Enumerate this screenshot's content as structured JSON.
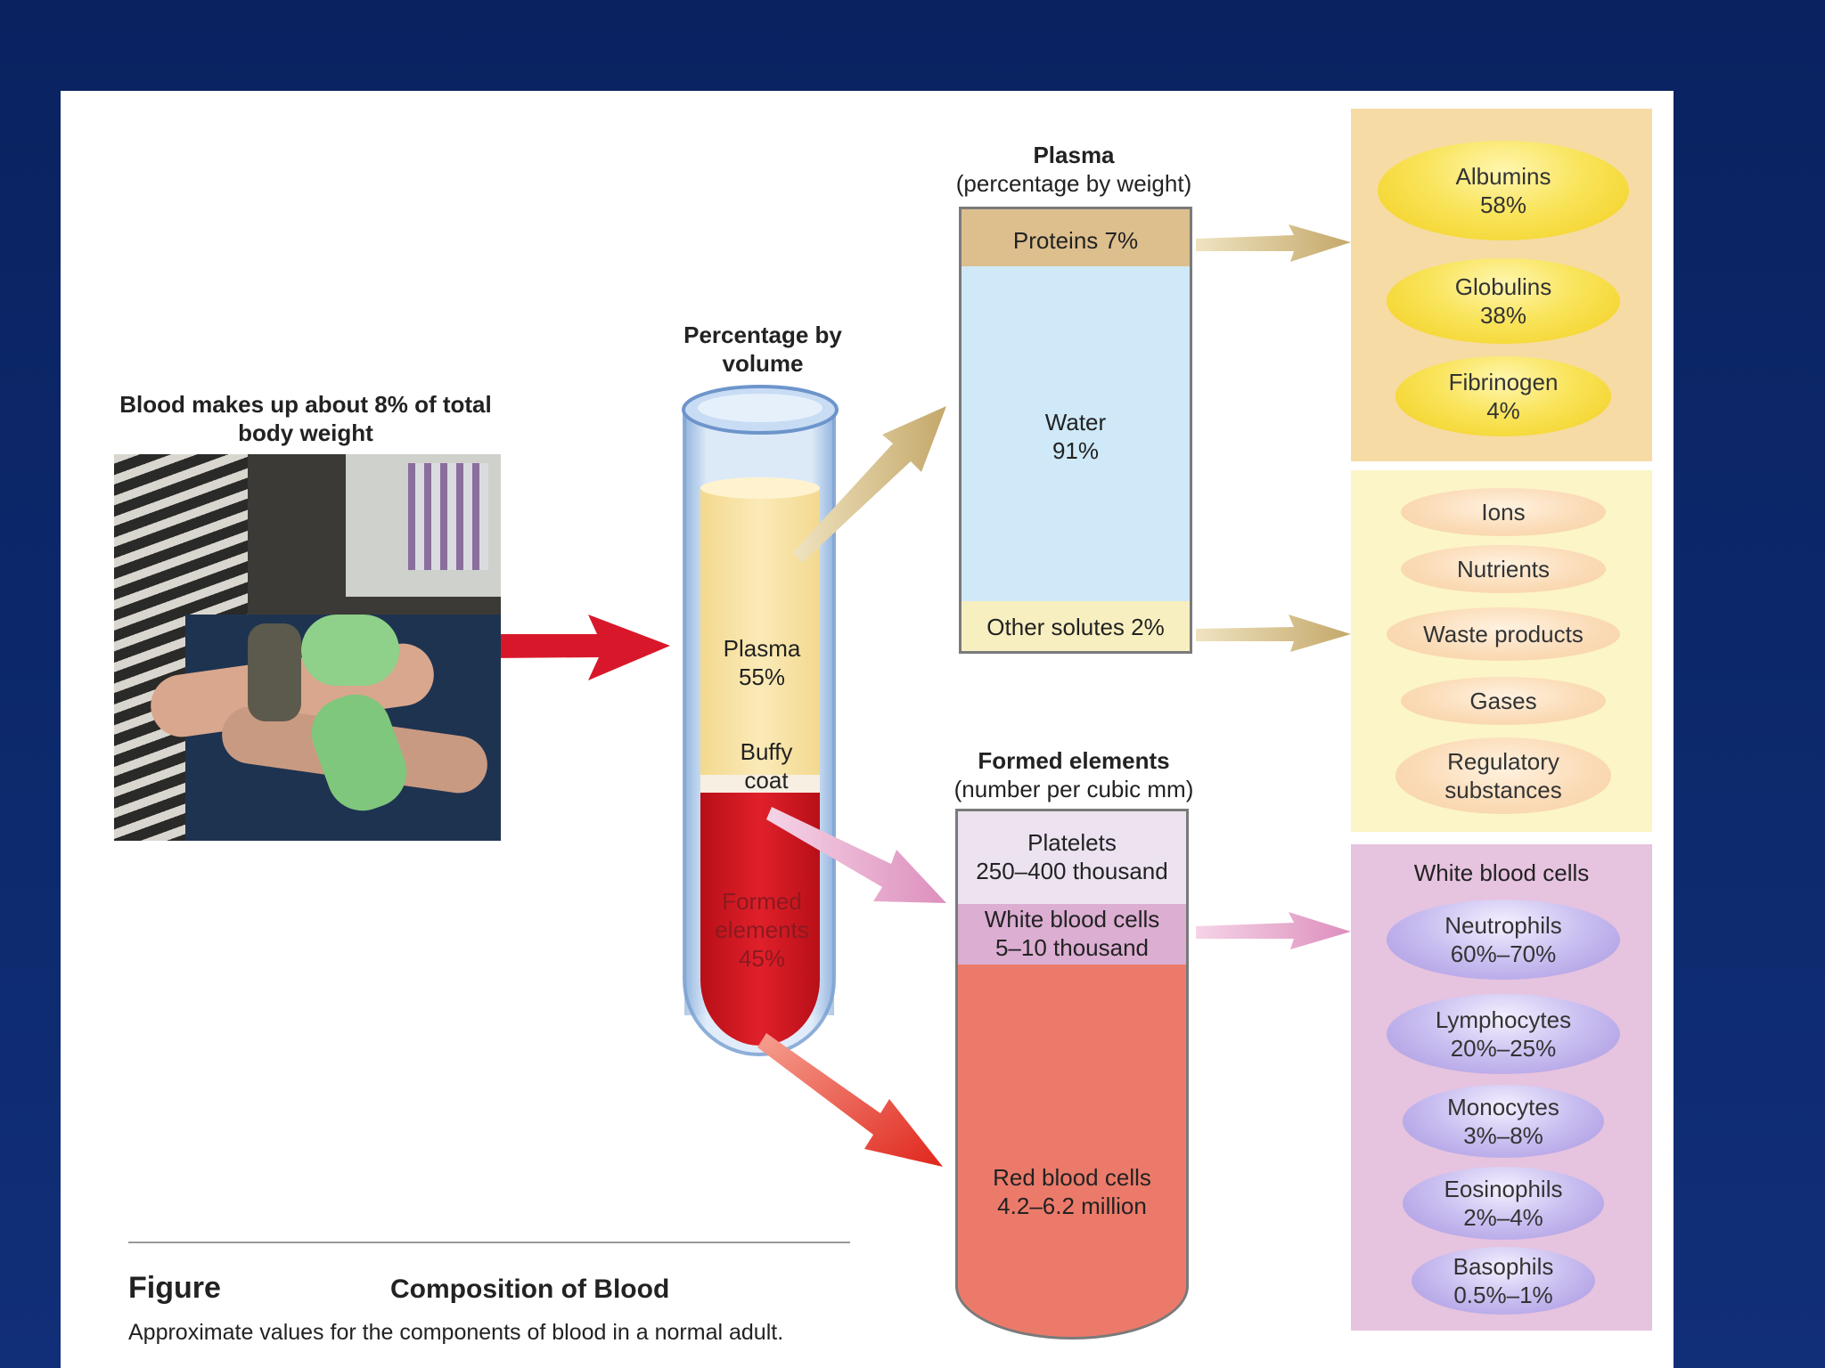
{
  "photo": {
    "caption": "Blood makes up about 8% of total body weight"
  },
  "tube": {
    "heading": "Percentage by volume",
    "plasma_label": "Plasma",
    "plasma_pct": "55%",
    "buffy_label": "Buffy coat",
    "formed_label": "Formed elements",
    "formed_pct": "45%"
  },
  "plasma": {
    "title": "Plasma",
    "subtitle": "(percentage by weight)",
    "proteins": "Proteins 7%",
    "water_label": "Water",
    "water_pct": "91%",
    "other": "Other solutes 2%"
  },
  "formed": {
    "title": "Formed elements",
    "subtitle": "(number per cubic mm)",
    "platelets_label": "Platelets",
    "platelets_value": "250–400 thousand",
    "wbc_label": "White blood cells",
    "wbc_value": "5–10 thousand",
    "rbc_label": "Red blood cells",
    "rbc_value": "4.2–6.2 million"
  },
  "proteins_list": [
    {
      "name": "Albumins",
      "pct": "58%"
    },
    {
      "name": "Globulins",
      "pct": "38%"
    },
    {
      "name": "Fibrinogen",
      "pct": "4%"
    }
  ],
  "solutes_list": [
    "Ions",
    "Nutrients",
    "Waste products",
    "Gases",
    "Regulatory substances"
  ],
  "wbc_panel": {
    "title": "White blood cells",
    "items": [
      {
        "name": "Neutrophils",
        "pct": "60%–70%"
      },
      {
        "name": "Lymphocytes",
        "pct": "20%–25%"
      },
      {
        "name": "Monocytes",
        "pct": "3%–8%"
      },
      {
        "name": "Eosinophils",
        "pct": "2%–4%"
      },
      {
        "name": "Basophils",
        "pct": "0.5%–1%"
      }
    ]
  },
  "figure": {
    "label": "Figure",
    "title": "Composition of Blood",
    "caption": "Approximate values for the components of blood in a normal adult."
  },
  "colors": {
    "plasma_yellow": "#f9e3a4",
    "water_blue": "#cfe9f8",
    "protein_tan": "#ddbf8e",
    "rbc_red": "#ec7a6a",
    "tube_red": "#d8141e",
    "arrow_red": "#d8182a",
    "arrow_tan": "#c9b27a",
    "arrow_pink": "#e7a3c8"
  }
}
